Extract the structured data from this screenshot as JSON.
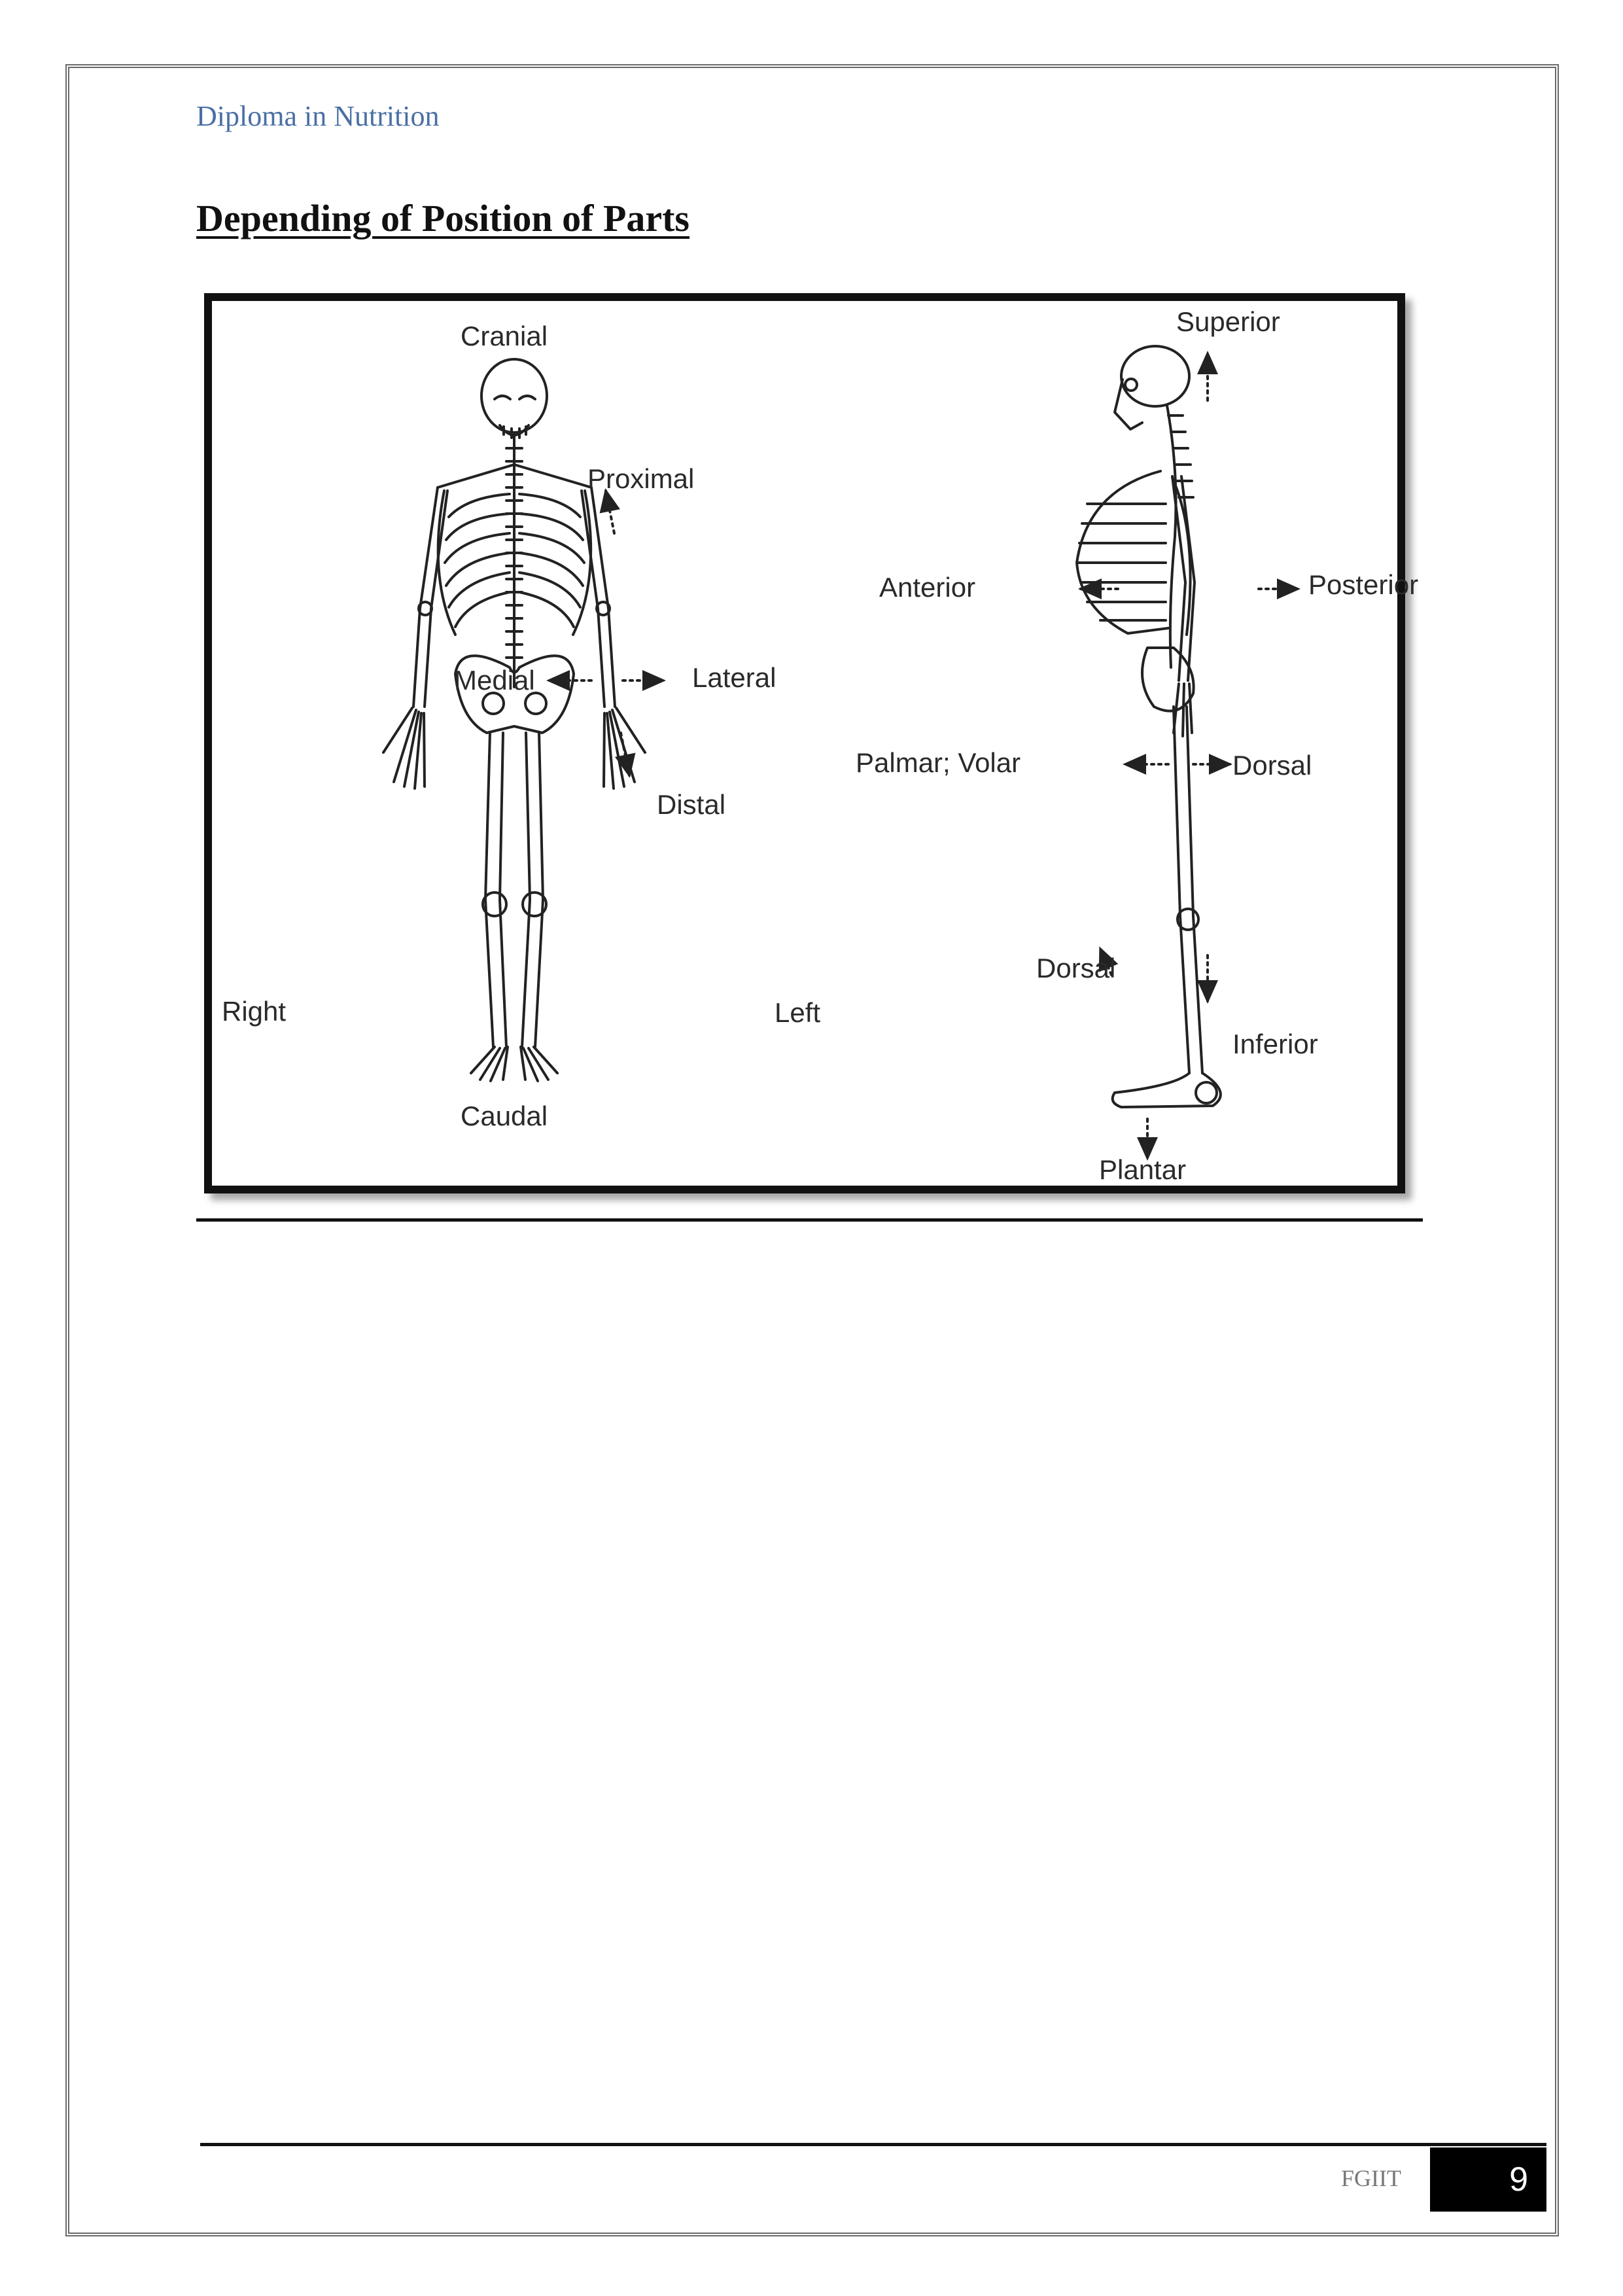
{
  "header": {
    "title": "Diploma in Nutrition"
  },
  "section": {
    "title": "Depending of Position of Parts"
  },
  "figure": {
    "labels": {
      "cranial": "Cranial",
      "proximal": "Proximal",
      "medial": "Medial",
      "lateral": "Lateral",
      "distal": "Distal",
      "right": "Right",
      "left": "Left",
      "caudal": "Caudal",
      "superior": "Superior",
      "anterior": "Anterior",
      "posterior": "Posterior",
      "palmar_volar": "Palmar; Volar",
      "dorsal_hand": "Dorsal",
      "dorsal_foot": "Dorsal",
      "inferior": "Inferior",
      "plantar": "Plantar"
    }
  },
  "footer": {
    "org": "FGIIT",
    "page_number": "9"
  }
}
